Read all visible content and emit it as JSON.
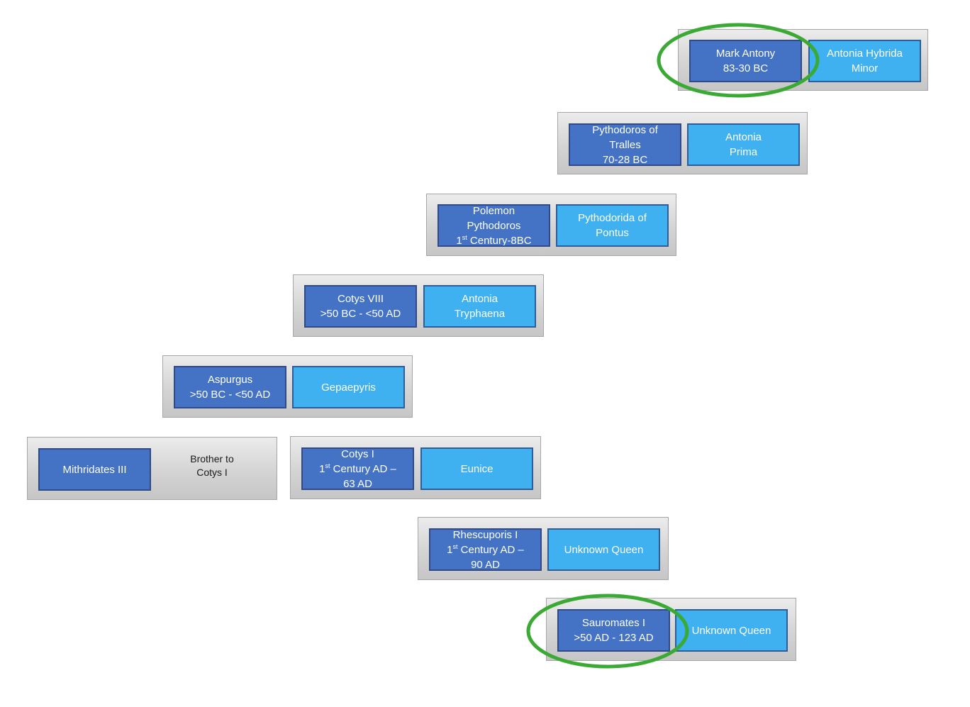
{
  "generations": [
    {
      "male": [
        "Mark Antony",
        "83-30 BC"
      ],
      "female": [
        "Antonia Hybrida",
        "Minor"
      ]
    },
    {
      "male": [
        "Pythodoros of",
        "Tralles",
        "70-28 BC"
      ],
      "female": [
        "Antonia",
        "Prima"
      ]
    },
    {
      "male": [
        "Polemon",
        "Pythodoros",
        {
          "pre": "1",
          "sup": "st",
          "post": " Century-8BC"
        }
      ],
      "female": [
        "Pythodorida of",
        "Pontus"
      ]
    },
    {
      "male": [
        "Cotys VIII",
        ">50 BC - <50 AD"
      ],
      "female": [
        "Antonia",
        "Tryphaena"
      ]
    },
    {
      "male": [
        "Aspurgus",
        ">50 BC - <50 AD"
      ],
      "female": [
        "Gepaepyris"
      ]
    },
    {
      "male": [
        "Cotys I",
        {
          "pre": "1",
          "sup": "st",
          "post": " Century AD –"
        },
        "63 AD"
      ],
      "female": [
        "Eunice"
      ]
    },
    {
      "male": [
        "Rhescuporis I",
        {
          "pre": "1",
          "sup": "st",
          "post": " Century AD –"
        },
        "90 AD"
      ],
      "female": [
        "Unknown Queen"
      ]
    },
    {
      "male": [
        "Sauromates I",
        ">50 AD - 123 AD"
      ],
      "female": [
        "Unknown Queen"
      ]
    }
  ],
  "sibling": {
    "name": [
      "Mithridates III"
    ],
    "note": [
      "Brother to",
      "Cotys I"
    ]
  },
  "highlights": [
    "Mark Antony",
    "Sauromates I"
  ],
  "colors": {
    "male": "#4472c4",
    "female": "#3fb0f0",
    "highlight_ring": "#3aaa35",
    "panel": "#d4d4d4"
  }
}
